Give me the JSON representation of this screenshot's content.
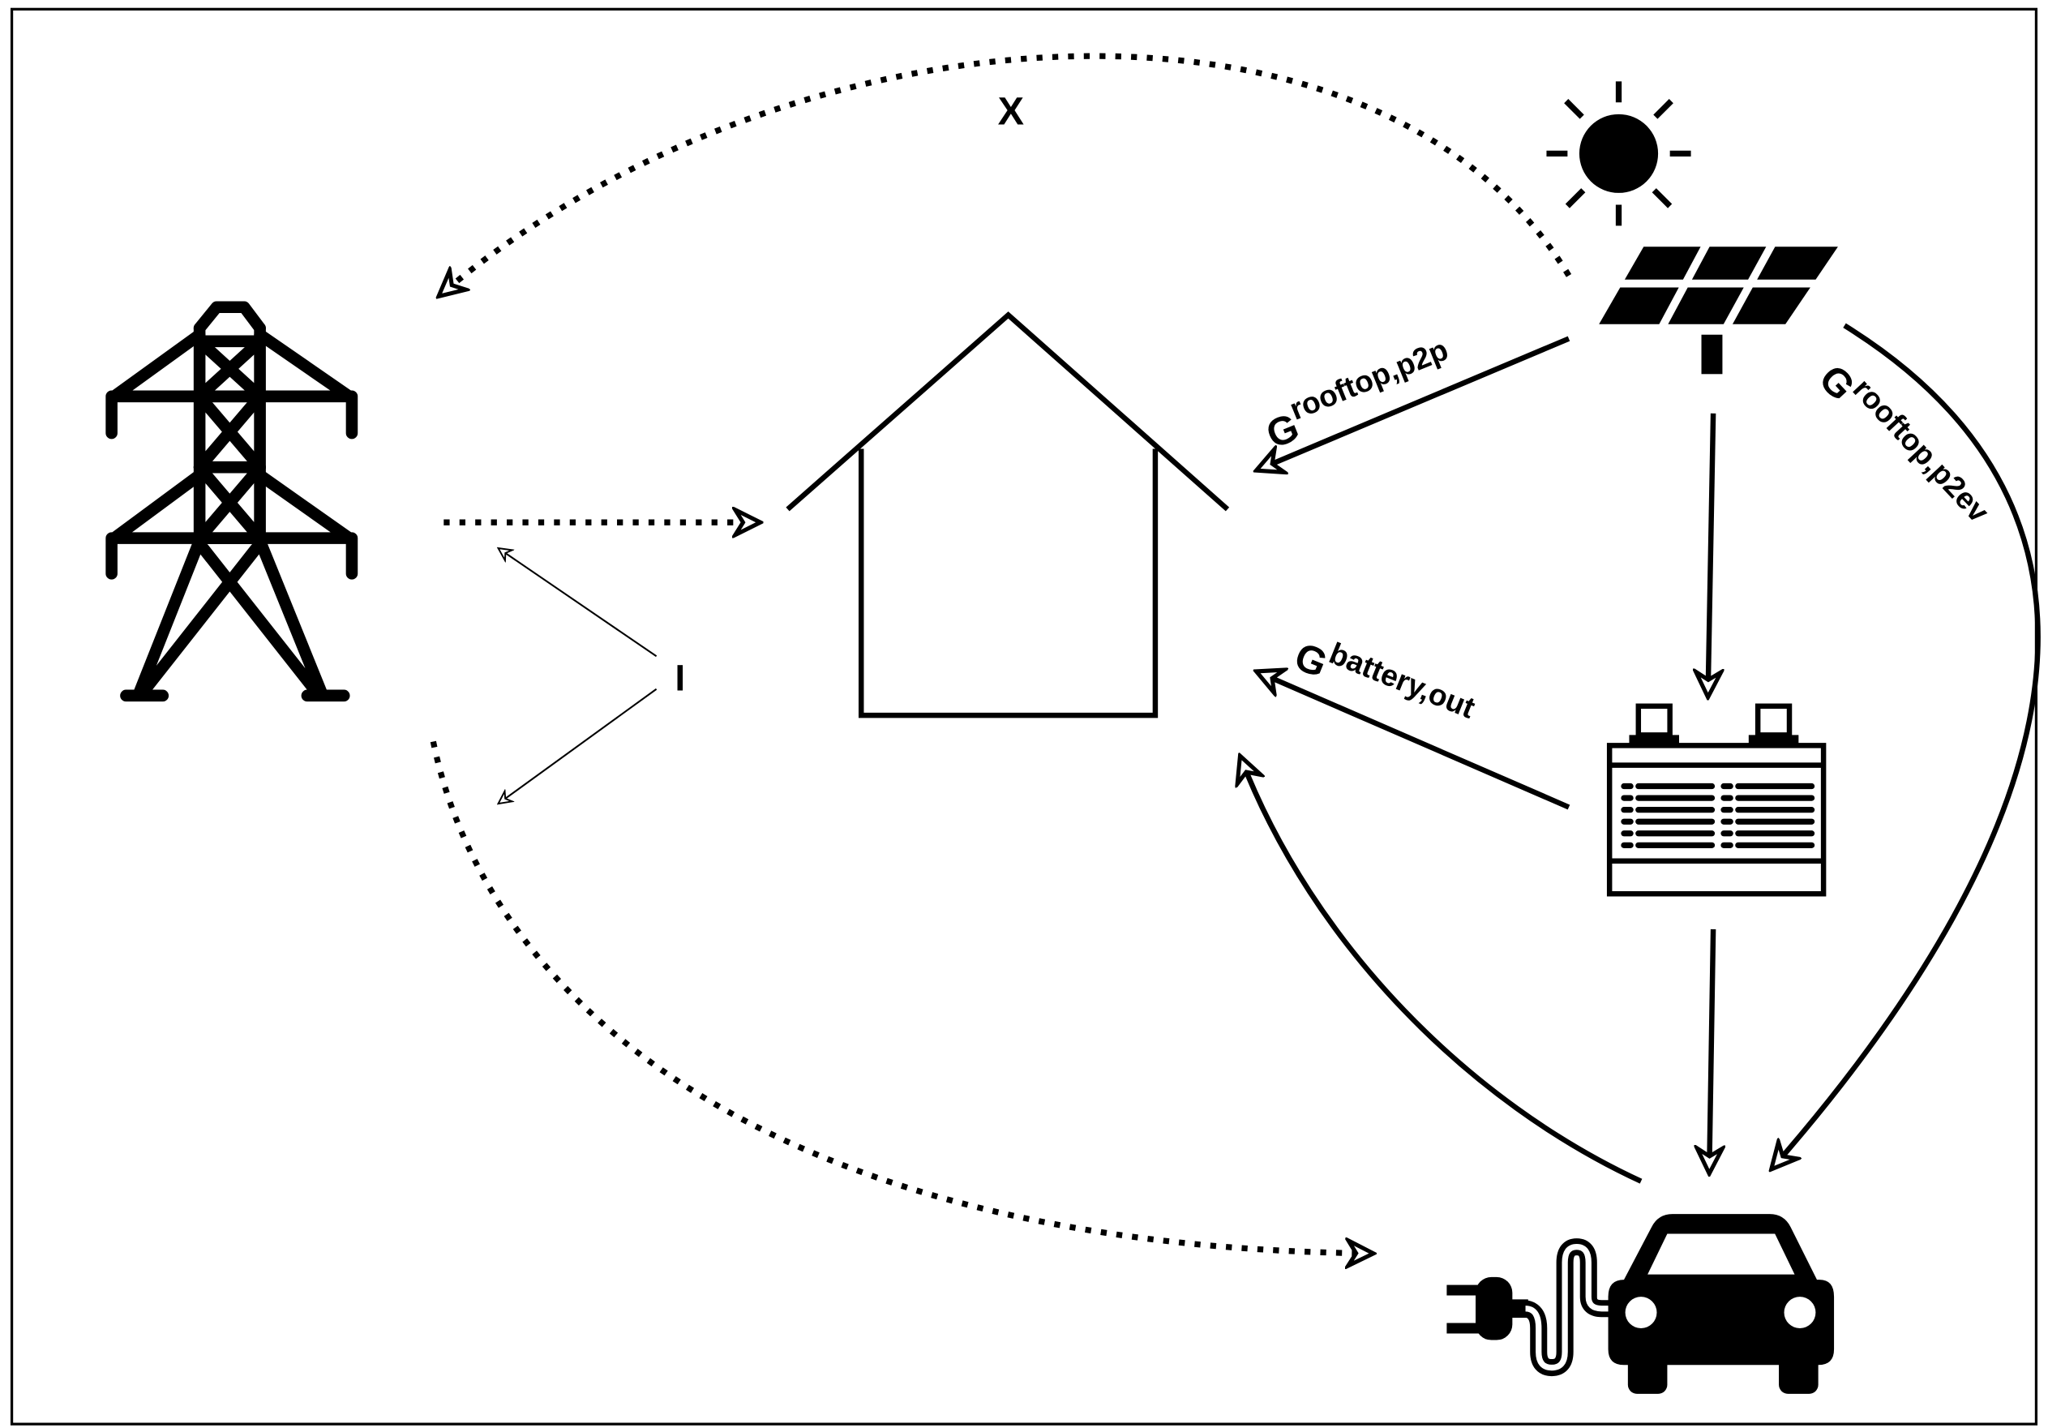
{
  "labels": {
    "x": "X",
    "i": "I",
    "g_rooftop_p2p": {
      "base": "G",
      "sup": "rooftop,p2p"
    },
    "g_rooftop_p2ev": {
      "base": "G",
      "sup": "rooftop,p2ev"
    },
    "g_battery_out": {
      "base": "G",
      "sup": "battery,out"
    }
  },
  "icons": {
    "grid": "transmission-tower-icon",
    "home": "house-icon",
    "sun": "sun-icon",
    "pv": "solar-panel-icon",
    "battery": "battery-icon",
    "ev": "electric-car-icon",
    "plug": "plug-icon"
  },
  "colors": {
    "line": "#000000",
    "background": "#ffffff"
  }
}
